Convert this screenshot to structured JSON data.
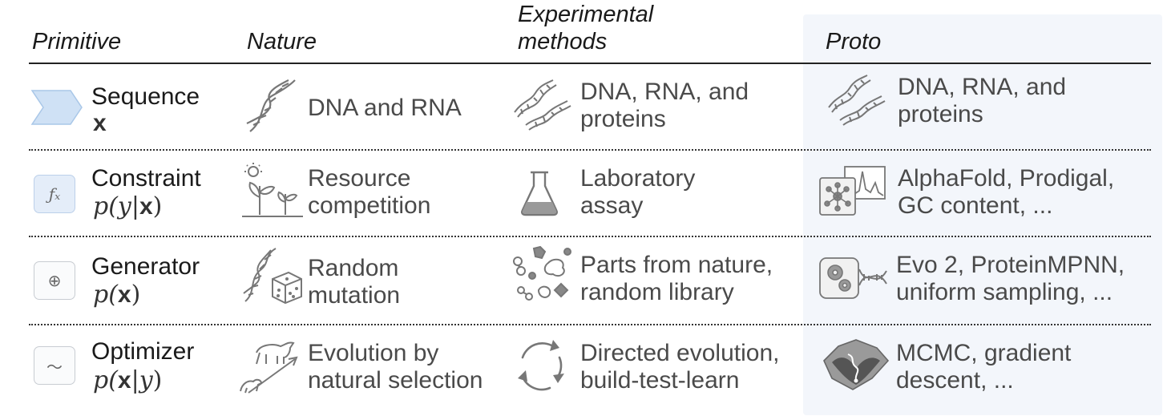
{
  "headers": {
    "primitive": "Primitive",
    "nature": "Nature",
    "experimental_1": "Experimental",
    "experimental_2": "methods",
    "proto": "Proto"
  },
  "rows": [
    {
      "primitive": {
        "name": "Sequence",
        "symbol_bold": "x",
        "icon": "sequence-chevron-icon"
      },
      "nature": {
        "line1": "DNA and RNA",
        "line2": "",
        "icon": "dna-helix-icon"
      },
      "experimental": {
        "line1": "DNA, RNA, and",
        "line2": "proteins",
        "icon": "dna-strands-icon"
      },
      "proto": {
        "line1": "DNA, RNA, and",
        "line2": "proteins",
        "icon": "dna-strands-icon"
      }
    },
    {
      "primitive": {
        "name": "Constraint",
        "sym_pre": "p(",
        "sym_var": "y",
        "sym_bar": "|",
        "sym_bold": "x",
        "sym_post": ")",
        "icon": "function-fx-icon",
        "badge_text": "ƒₓ"
      },
      "nature": {
        "line1": "Resource",
        "line2": "competition",
        "icon": "plants-sun-icon"
      },
      "experimental": {
        "line1": "Laboratory",
        "line2": "assay",
        "icon": "flask-icon"
      },
      "proto": {
        "line1": "AlphaFold, Prodigal,",
        "line2": "GC content, ...",
        "icon": "network-chart-icon"
      }
    },
    {
      "primitive": {
        "name": "Generator",
        "sym_pre": "p(",
        "sym_bold": "x",
        "sym_post": ")",
        "icon": "generator-target-icon",
        "badge_text": "⊕"
      },
      "nature": {
        "line1": "Random",
        "line2": "mutation",
        "icon": "dna-dice-icon"
      },
      "experimental": {
        "line1": "Parts from nature,",
        "line2": "random library",
        "icon": "molecule-parts-icon"
      },
      "proto": {
        "line1": "Evo 2, ProteinMPNN,",
        "line2": "uniform sampling, ...",
        "icon": "gears-dna-icon"
      }
    },
    {
      "primitive": {
        "name": "Optimizer",
        "sym_pre": "p(",
        "sym_bold": "x",
        "sym_bar": "|",
        "sym_var": "y",
        "sym_post": ")",
        "icon": "optimizer-curve-icon",
        "badge_text": "〜"
      },
      "nature": {
        "line1": "Evolution by",
        "line2": "natural selection",
        "icon": "animals-evolution-icon"
      },
      "experimental": {
        "line1": "Directed evolution,",
        "line2": "build-test-learn",
        "icon": "cycle-arrows-icon"
      },
      "proto": {
        "line1": "MCMC, gradient",
        "line2": "descent, ...",
        "icon": "landscape-surface-icon"
      }
    }
  ]
}
